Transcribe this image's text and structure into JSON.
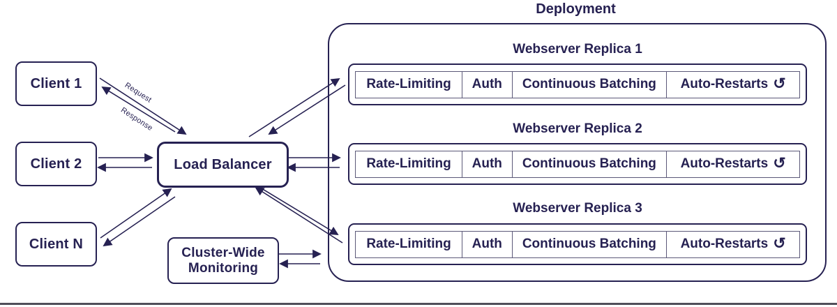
{
  "colors": {
    "ink": "#262152",
    "inner_border": "#5b5878",
    "divider": "#504e59"
  },
  "clients": [
    {
      "label": "Client 1"
    },
    {
      "label": "Client 2"
    },
    {
      "label": "Client N"
    }
  ],
  "load_balancer": {
    "label": "Load Balancer"
  },
  "monitoring": {
    "line1": "Cluster-Wide",
    "line2": "Monitoring"
  },
  "edge_labels": {
    "request": "Request",
    "response": "Response"
  },
  "deployment": {
    "title": "Deployment",
    "replicas": [
      {
        "title": "Webserver Replica 1",
        "cells": [
          "Rate-Limiting",
          "Auth",
          "Continuous Batching",
          "Auto-Restarts"
        ]
      },
      {
        "title": "Webserver Replica 2",
        "cells": [
          "Rate-Limiting",
          "Auth",
          "Continuous Batching",
          "Auto-Restarts"
        ]
      },
      {
        "title": "Webserver Replica 3",
        "cells": [
          "Rate-Limiting",
          "Auth",
          "Continuous Batching",
          "Auto-Restarts"
        ]
      }
    ]
  },
  "icons": {
    "auto_restart": "↺"
  }
}
